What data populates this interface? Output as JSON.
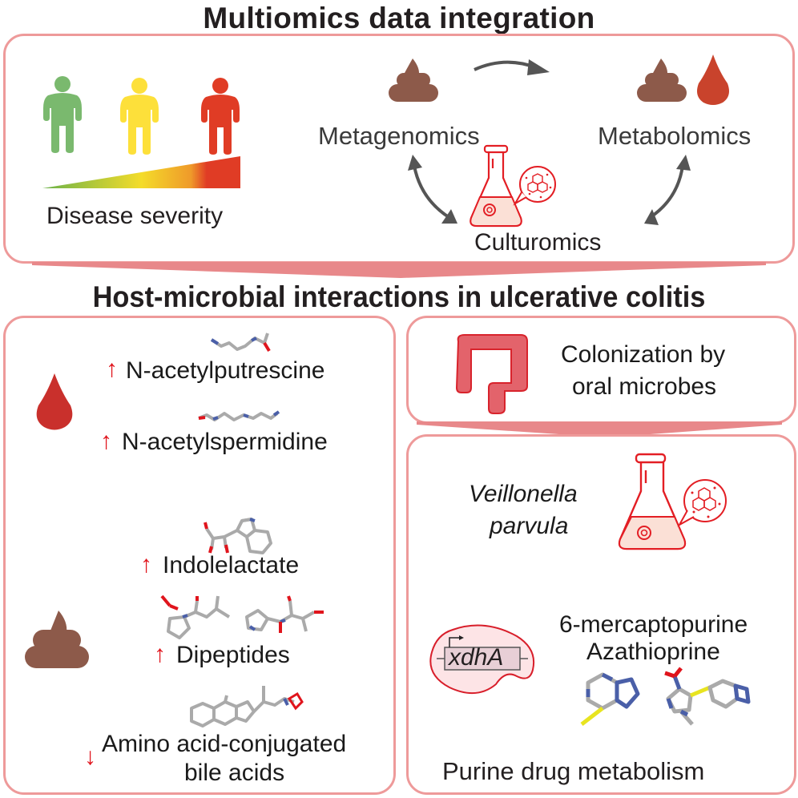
{
  "titles": {
    "top": "Multiomics data integration",
    "middle": "Host-microbial interactions in ulcerative colitis"
  },
  "top_panel": {
    "severity_label": "Disease severity",
    "people": [
      {
        "severity": "low",
        "color": "#7ab96e"
      },
      {
        "severity": "medium",
        "color": "#fde03a"
      },
      {
        "severity": "high",
        "color": "#e03c25"
      }
    ],
    "gradient_colors": [
      "#6bb24a",
      "#f4dc2a",
      "#e03c25"
    ],
    "nodes": {
      "metagenomics": "Metagenomics",
      "metabolomics": "Metabolomics",
      "culturomics": "Culturomics"
    }
  },
  "left_panel": {
    "blood_metabolites": [
      {
        "name": "N-acetylputrescine",
        "direction": "up"
      },
      {
        "name": "N-acetylspermidine",
        "direction": "up"
      }
    ],
    "stool_metabolites": [
      {
        "name": "Indolelactate",
        "direction": "up"
      },
      {
        "name": "Dipeptides",
        "direction": "up"
      },
      {
        "name_line1": "Amino acid-conjugated",
        "name_line2": "bile acids",
        "direction": "down"
      }
    ],
    "arrow_up_glyph": "↑",
    "arrow_down_glyph": "↓"
  },
  "colon_panel": {
    "line1": "Colonization by",
    "line2": "oral microbes"
  },
  "purine_panel": {
    "species_line1": "Veillonella",
    "species_line2": "parvula",
    "gene": "xdhA",
    "drug1": "6-mercaptopurine",
    "drug2": "Azathioprine",
    "caption": "Purine drug metabolism"
  },
  "colors": {
    "panel_border": "#ee9a9a",
    "connector": "#e8888a",
    "stool": "#8d5a4a",
    "blood": "#c9302c",
    "flask_line": "#e31e24",
    "flask_fill": "#fbe0d6",
    "arrow_red": "#e0141c",
    "cycle_arrow": "#555555"
  }
}
